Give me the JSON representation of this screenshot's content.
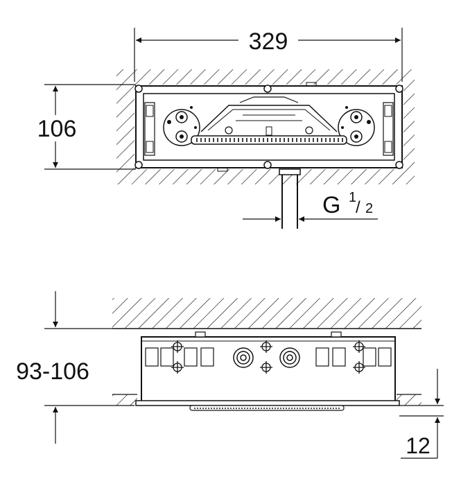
{
  "drawing": {
    "top_view": {
      "width_label": "329",
      "height_label": "106",
      "thread_prefix": "G",
      "thread_num": "1",
      "thread_den": "2"
    },
    "side_view": {
      "depth_label": "93-106",
      "offset_label": "12"
    }
  },
  "colors": {
    "ink": "#111111",
    "background": "#ffffff"
  }
}
